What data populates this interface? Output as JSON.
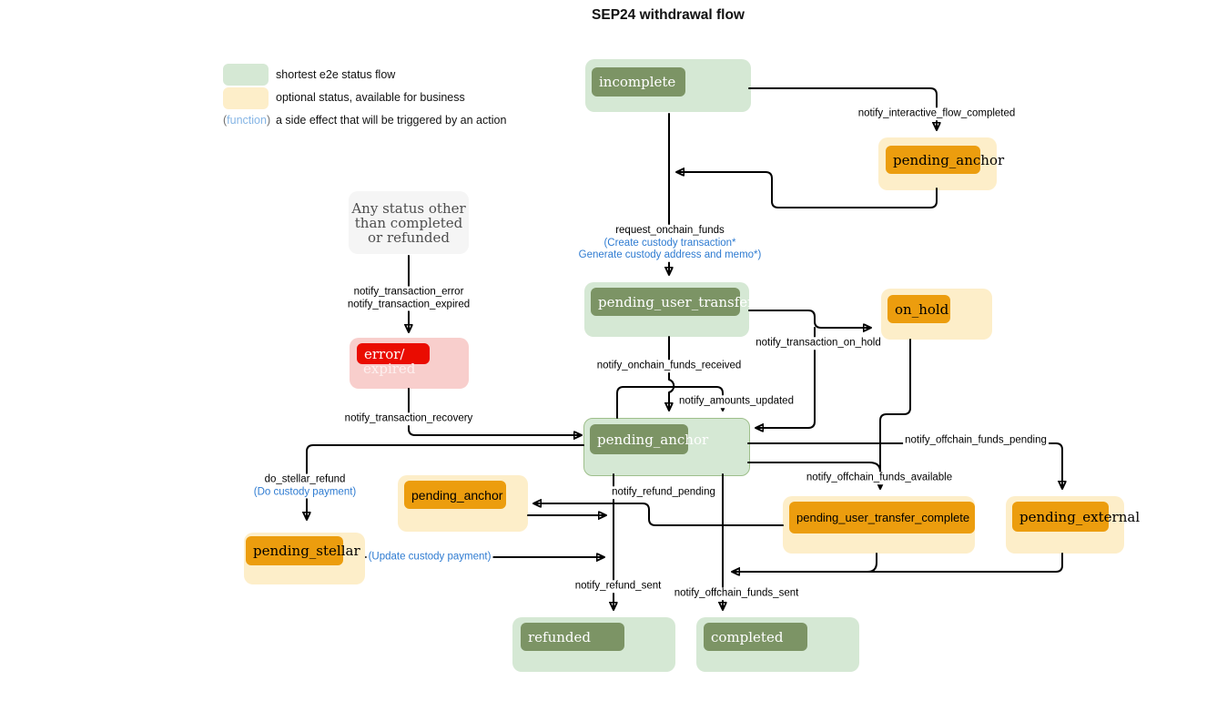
{
  "title": "SEP24 withdrawal flow",
  "legend": {
    "green_label": "shortest e2e status flow",
    "yellow_label": "optional status, available for business",
    "func_open": "(",
    "func_word": "function",
    "func_close": ")",
    "func_label": "a side effect that will be triggered by an action"
  },
  "colors": {
    "node_green_bg": "#d5e8d4",
    "node_green_inner": "#7c9465",
    "node_yellow_bg": "#fdeec9",
    "node_orange_inner": "#ec9d0e",
    "node_pink_bg": "#f8cecc",
    "node_red_inner": "#ea0c01",
    "node_gray_bg": "#f5f5f5",
    "function_blue": "#2e7bd1",
    "edge_black": "#000000"
  },
  "nodes": {
    "incomplete": {
      "label": "incomplete"
    },
    "pending_anchor_top": {
      "label": "pending_anchor"
    },
    "any_status": {
      "label": "Any status other than completed or refunded"
    },
    "error_expired": {
      "line1": "error/",
      "line2": "expired"
    },
    "pending_user_transfer_start": {
      "label": "pending_user_transfer_start"
    },
    "on_hold": {
      "label": "on_hold"
    },
    "pending_anchor_center": {
      "label": "pending_anchor"
    },
    "pending_anchor_refund": {
      "label": "pending_anchor"
    },
    "pending_user_transfer_complete": {
      "label": "pending_user_transfer_complete"
    },
    "pending_external": {
      "label": "pending_external"
    },
    "pending_stellar": {
      "label": "pending_stellar"
    },
    "refunded": {
      "label": "refunded"
    },
    "completed": {
      "label": "completed"
    }
  },
  "edge_labels": {
    "interactive_flow_completed": "notify_interactive_flow_completed",
    "request_onchain_funds": "request_onchain_funds",
    "request_fn1": "(Create custody transaction*",
    "request_fn2": "Generate custody address and memo*)",
    "transaction_error": "notify_transaction_error",
    "transaction_expired": "notify_transaction_expired",
    "transaction_on_hold": "notify_transaction_on_hold",
    "onchain_funds_received": "notify_onchain_funds_received",
    "amounts_updated": "notify_amounts_updated",
    "transaction_recovery": "notify_transaction_recovery",
    "offchain_funds_pending": "notify_offchain_funds_pending",
    "offchain_funds_available": "notify_offchain_funds_available",
    "do_stellar_refund": "do_stellar_refund",
    "do_stellar_fn": "(Do custody payment)",
    "refund_pending": "notify_refund_pending",
    "update_custody": "(Update custody payment)",
    "refund_sent": "notify_refund_sent",
    "offchain_funds_sent": "notify_offchain_funds_sent"
  }
}
